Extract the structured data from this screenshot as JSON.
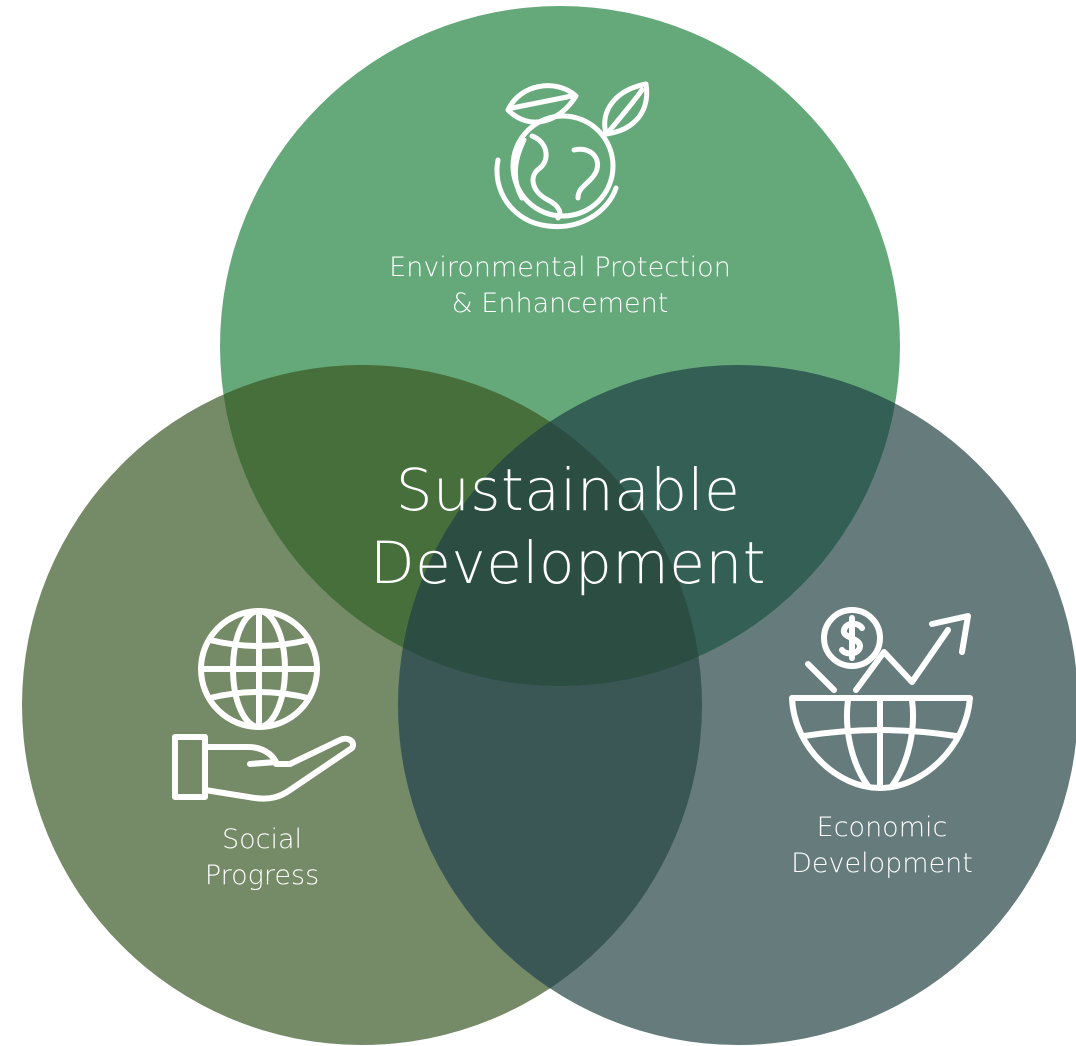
{
  "center": {
    "line1": "Sustainable",
    "line2": "Development"
  },
  "circles": {
    "environmental": {
      "line1": "Environmental Protection",
      "line2": "& Enhancement",
      "icon": "leaf-globe-icon",
      "color": "#65a97b"
    },
    "social": {
      "line1": "Social",
      "line2": "Progress",
      "icon": "hand-globe-icon",
      "color": "#758a66"
    },
    "economic": {
      "line1": "Economic",
      "line2": "Development",
      "icon": "dollar-growth-globe-icon",
      "color": "#667c7c"
    }
  },
  "overlap_colors": {
    "environmental_social": "#476f3c",
    "environmental_economic": "#335f54",
    "social_economic": "#3b5755",
    "all_three": "#2b4d42"
  }
}
